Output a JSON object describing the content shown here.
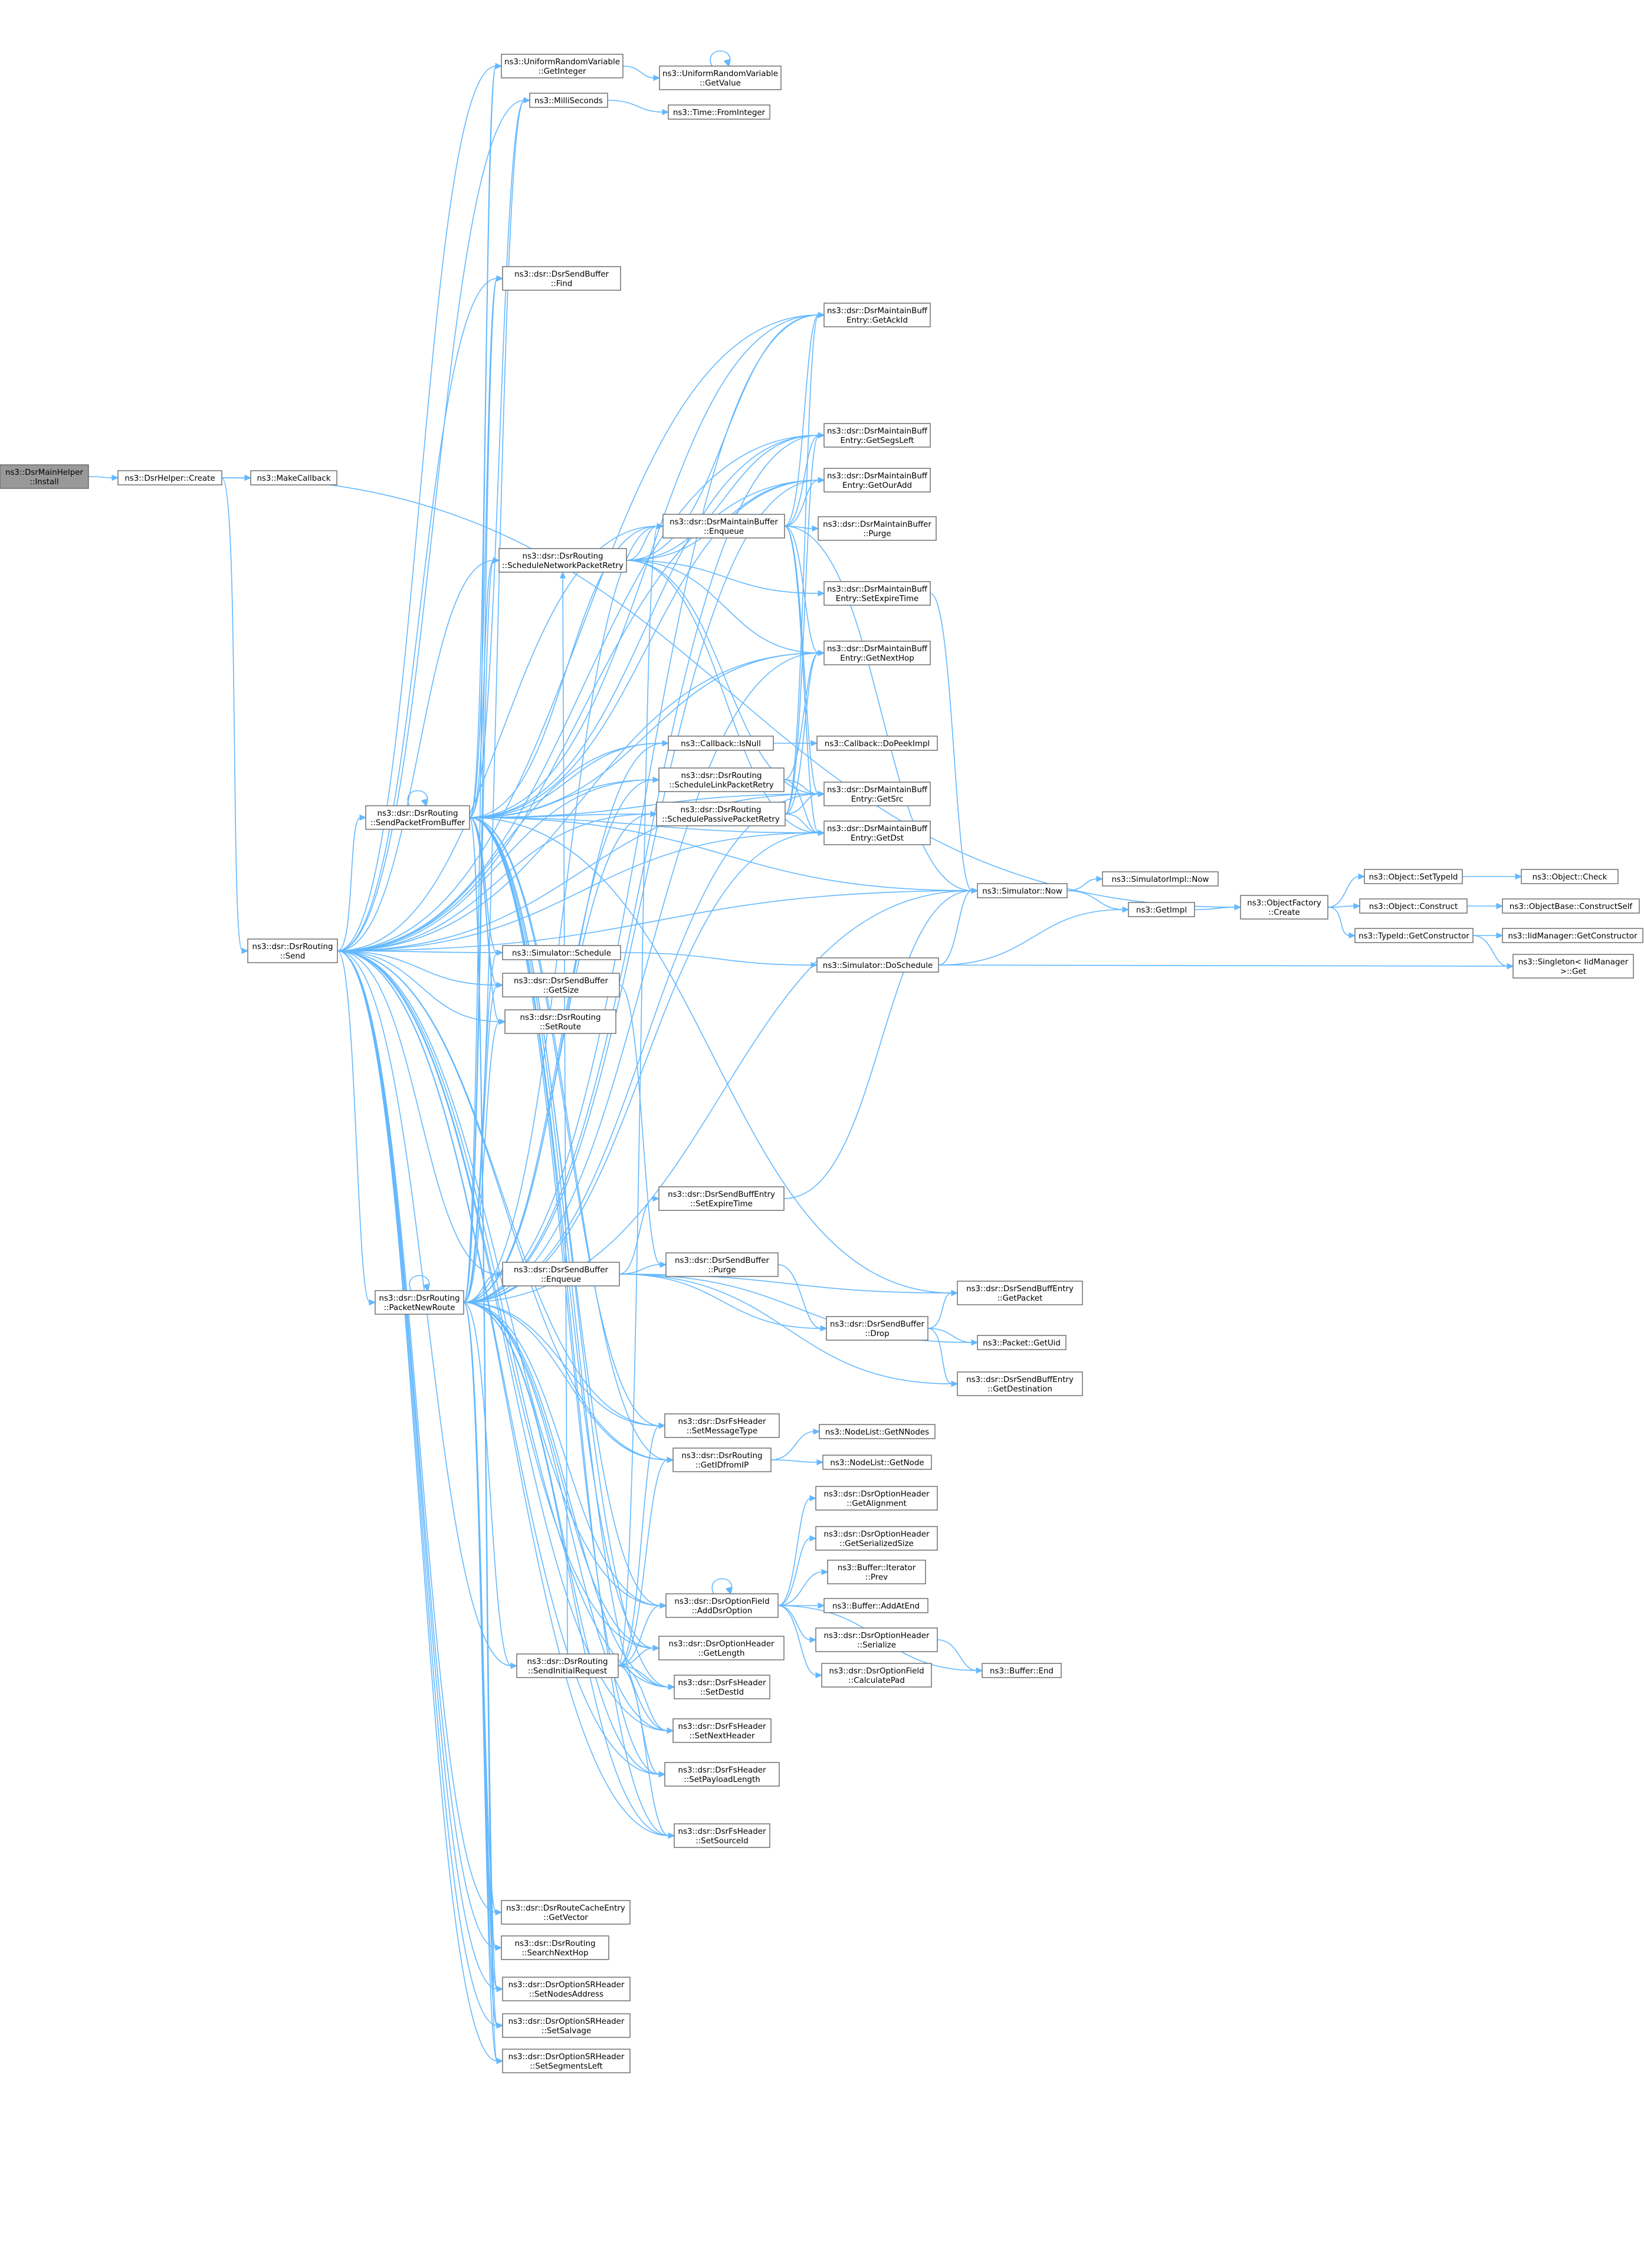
{
  "colors": {
    "node_fill": "#ffffff",
    "node_fill_root": "#999999",
    "node_border": "#666666",
    "node_border_truncated": "#ff0000",
    "text_truncated": "#ff0000",
    "text_normal": "#000000",
    "edge": "#63b8ff"
  },
  "nodes": [
    {
      "id": "install",
      "lines": [
        "ns3::DsrMainHelper",
        "::Install"
      ],
      "root": true
    },
    {
      "id": "helper_create",
      "lines": [
        "ns3::DsrHelper::Create"
      ]
    },
    {
      "id": "makecallback",
      "lines": [
        "ns3::MakeCallback"
      ]
    },
    {
      "id": "send",
      "lines": [
        "ns3::dsr::DsrRouting",
        "::Send"
      ]
    },
    {
      "id": "sendpacketfrombuffer",
      "lines": [
        "ns3::dsr::DsrRouting",
        "::SendPacketFromBuffer"
      ],
      "truncated": true
    },
    {
      "id": "packetnewroute",
      "lines": [
        "ns3::dsr::DsrRouting",
        "::PacketNewRoute"
      ]
    },
    {
      "id": "getinteger",
      "lines": [
        "ns3::UniformRandomVariable",
        "::GetInteger"
      ]
    },
    {
      "id": "getvalue",
      "lines": [
        "ns3::UniformRandomVariable",
        "::GetValue"
      ]
    },
    {
      "id": "milliseconds",
      "lines": [
        "ns3::MilliSeconds"
      ]
    },
    {
      "id": "frominteger",
      "lines": [
        "ns3::Time::FromInteger"
      ],
      "truncated": true
    },
    {
      "id": "sendbuffer_find",
      "lines": [
        "ns3::dsr::DsrSendBuffer",
        "::Find"
      ]
    },
    {
      "id": "getackid",
      "lines": [
        "ns3::dsr::DsrMaintainBuff",
        "Entry::GetAckId"
      ]
    },
    {
      "id": "getsegsleft",
      "lines": [
        "ns3::dsr::DsrMaintainBuff",
        "Entry::GetSegsLeft"
      ]
    },
    {
      "id": "getouradd",
      "lines": [
        "ns3::dsr::DsrMaintainBuff",
        "Entry::GetOurAdd"
      ]
    },
    {
      "id": "maintain_enqueue",
      "lines": [
        "ns3::dsr::DsrMaintainBuffer",
        "::Enqueue"
      ]
    },
    {
      "id": "maintain_purge",
      "lines": [
        "ns3::dsr::DsrMaintainBuffer",
        "::Purge"
      ]
    },
    {
      "id": "schedulenetwork",
      "lines": [
        "ns3::dsr::DsrRouting",
        "::ScheduleNetworkPacketRetry"
      ],
      "truncated": true
    },
    {
      "id": "maint_setexpire",
      "lines": [
        "ns3::dsr::DsrMaintainBuff",
        "Entry::SetExpireTime"
      ]
    },
    {
      "id": "getnexthop",
      "lines": [
        "ns3::dsr::DsrMaintainBuff",
        "Entry::GetNextHop"
      ]
    },
    {
      "id": "isnull",
      "lines": [
        "ns3::Callback::IsNull"
      ]
    },
    {
      "id": "dopeekimpl",
      "lines": [
        "ns3::Callback::DoPeekImpl"
      ],
      "truncated": true
    },
    {
      "id": "schedulelink",
      "lines": [
        "ns3::dsr::DsrRouting",
        "::ScheduleLinkPacketRetry"
      ],
      "truncated": true
    },
    {
      "id": "schedulepassive",
      "lines": [
        "ns3::dsr::DsrRouting",
        "::SchedulePassivePacketRetry"
      ],
      "truncated": true
    },
    {
      "id": "getsrc",
      "lines": [
        "ns3::dsr::DsrMaintainBuff",
        "Entry::GetSrc"
      ]
    },
    {
      "id": "getdst",
      "lines": [
        "ns3::dsr::DsrMaintainBuff",
        "Entry::GetDst"
      ]
    },
    {
      "id": "simulator_now",
      "lines": [
        "ns3::Simulator::Now"
      ]
    },
    {
      "id": "simimpl_now",
      "lines": [
        "ns3::SimulatorImpl::Now"
      ]
    },
    {
      "id": "getimpl",
      "lines": [
        "ns3::GetImpl"
      ],
      "truncated": true
    },
    {
      "id": "objectfactory_create",
      "lines": [
        "ns3::ObjectFactory",
        "::Create"
      ]
    },
    {
      "id": "settypeid",
      "lines": [
        "ns3::Object::SetTypeId"
      ]
    },
    {
      "id": "object_check",
      "lines": [
        "ns3::Object::Check"
      ],
      "truncated": true
    },
    {
      "id": "object_construct",
      "lines": [
        "ns3::Object::Construct"
      ]
    },
    {
      "id": "constructself",
      "lines": [
        "ns3::ObjectBase::ConstructSelf"
      ],
      "truncated": true
    },
    {
      "id": "getconstructor",
      "lines": [
        "ns3::TypeId::GetConstructor"
      ]
    },
    {
      "id": "iidmanager_getconstructor",
      "lines": [
        "ns3::IidManager::GetConstructor"
      ],
      "truncated": true
    },
    {
      "id": "singleton_get",
      "lines": [
        "ns3::Singleton< IidManager",
        " >::Get"
      ]
    },
    {
      "id": "simulator_schedule",
      "lines": [
        "ns3::Simulator::Schedule"
      ],
      "truncated": true
    },
    {
      "id": "doschedule",
      "lines": [
        "ns3::Simulator::DoSchedule"
      ],
      "truncated": true
    },
    {
      "id": "sendbuffer_getsize",
      "lines": [
        "ns3::dsr::DsrSendBuffer",
        "::GetSize"
      ]
    },
    {
      "id": "setroute",
      "lines": [
        "ns3::dsr::DsrRouting",
        "::SetRoute"
      ]
    },
    {
      "id": "sendbuffentry_setexpire",
      "lines": [
        "ns3::dsr::DsrSendBuffEntry",
        "::SetExpireTime"
      ]
    },
    {
      "id": "sendbuffer_purge",
      "lines": [
        "ns3::dsr::DsrSendBuffer",
        "::Purge"
      ]
    },
    {
      "id": "sendbuffer_enqueue",
      "lines": [
        "ns3::dsr::DsrSendBuffer",
        "::Enqueue"
      ]
    },
    {
      "id": "sendbuffentry_getpacket",
      "lines": [
        "ns3::dsr::DsrSendBuffEntry",
        "::GetPacket"
      ]
    },
    {
      "id": "sendbuffer_drop",
      "lines": [
        "ns3::dsr::DsrSendBuffer",
        "::Drop"
      ]
    },
    {
      "id": "packet_getuid",
      "lines": [
        "ns3::Packet::GetUid"
      ],
      "truncated": true
    },
    {
      "id": "sendbuffentry_getdest",
      "lines": [
        "ns3::dsr::DsrSendBuffEntry",
        "::GetDestination"
      ]
    },
    {
      "id": "setmessagetype",
      "lines": [
        "ns3::dsr::DsrFsHeader",
        "::SetMessageType"
      ]
    },
    {
      "id": "getidfromip",
      "lines": [
        "ns3::dsr::DsrRouting",
        "::GetIDfromIP"
      ]
    },
    {
      "id": "getnnodes",
      "lines": [
        "ns3::NodeList::GetNNodes"
      ],
      "truncated": true
    },
    {
      "id": "getnode",
      "lines": [
        "ns3::NodeList::GetNode"
      ],
      "truncated": true
    },
    {
      "id": "getalignment",
      "lines": [
        "ns3::dsr::DsrOptionHeader",
        "::GetAlignment"
      ]
    },
    {
      "id": "getserializedsize",
      "lines": [
        "ns3::dsr::DsrOptionHeader",
        "::GetSerializedSize"
      ]
    },
    {
      "id": "iterator_prev",
      "lines": [
        "ns3::Buffer::Iterator",
        "::Prev"
      ]
    },
    {
      "id": "adddsroption",
      "lines": [
        "ns3::dsr::DsrOptionField",
        "::AddDsrOption"
      ]
    },
    {
      "id": "addatend",
      "lines": [
        "ns3::Buffer::AddAtEnd"
      ],
      "truncated": true
    },
    {
      "id": "optheader_serialize",
      "lines": [
        "ns3::dsr::DsrOptionHeader",
        "::Serialize"
      ],
      "truncated": true
    },
    {
      "id": "calculatepad",
      "lines": [
        "ns3::dsr::DsrOptionField",
        "::CalculatePad"
      ],
      "truncated": true
    },
    {
      "id": "buffer_end",
      "lines": [
        "ns3::Buffer::End"
      ],
      "truncated": true
    },
    {
      "id": "optheader_getlength",
      "lines": [
        "ns3::dsr::DsrOptionHeader",
        "::GetLength"
      ]
    },
    {
      "id": "sendinitialrequest",
      "lines": [
        "ns3::dsr::DsrRouting",
        "::SendInitialRequest"
      ],
      "truncated": true
    },
    {
      "id": "setdestid",
      "lines": [
        "ns3::dsr::DsrFsHeader",
        "::SetDestId"
      ]
    },
    {
      "id": "setnextheader",
      "lines": [
        "ns3::dsr::DsrFsHeader",
        "::SetNextHeader"
      ]
    },
    {
      "id": "setpayloadlength",
      "lines": [
        "ns3::dsr::DsrFsHeader",
        "::SetPayloadLength"
      ]
    },
    {
      "id": "setsourceid",
      "lines": [
        "ns3::dsr::DsrFsHeader",
        "::SetSourceId"
      ]
    },
    {
      "id": "routecache_getvector",
      "lines": [
        "ns3::dsr::DsrRouteCacheEntry",
        "::GetVector"
      ]
    },
    {
      "id": "searchnexthop",
      "lines": [
        "ns3::dsr::DsrRouting",
        "::SearchNextHop"
      ]
    },
    {
      "id": "setnodesaddress",
      "lines": [
        "ns3::dsr::DsrOptionSRHeader",
        "::SetNodesAddress"
      ],
      "truncated": true
    },
    {
      "id": "setsalvage",
      "lines": [
        "ns3::dsr::DsrOptionSRHeader",
        "::SetSalvage"
      ]
    },
    {
      "id": "setsegmentsleft",
      "lines": [
        "ns3::dsr::DsrOptionSRHeader",
        "::SetSegmentsLeft"
      ]
    }
  ]
}
